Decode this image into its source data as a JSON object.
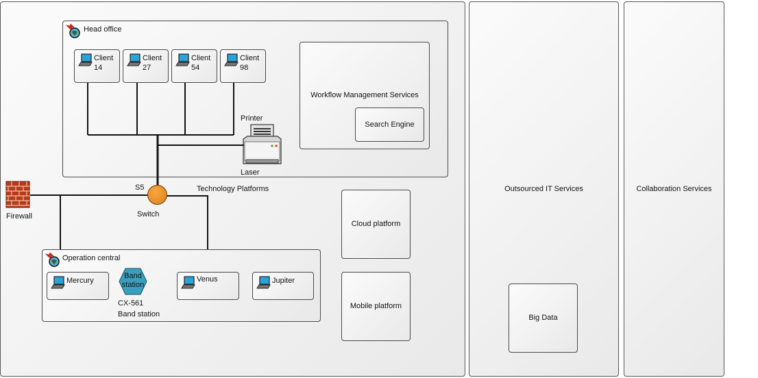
{
  "containers": {
    "main": {
      "label": ""
    },
    "outsourced": {
      "label": "Outsourced IT Services"
    },
    "collaboration": {
      "label": "Collaboration Services"
    }
  },
  "head_office": {
    "label": "Head office",
    "clients": [
      {
        "line1": "Client",
        "line2": "14"
      },
      {
        "line1": "Client",
        "line2": "27"
      },
      {
        "line1": "Client",
        "line2": "54"
      },
      {
        "line1": "Client",
        "line2": "98"
      }
    ],
    "printer": {
      "top_label": "Printer",
      "bottom_label": "Laser"
    },
    "workflow": {
      "label": "Workflow Management Services",
      "search_engine": "Search Engine"
    }
  },
  "network": {
    "switch": {
      "name": "S5",
      "type": "Switch"
    },
    "firewall": {
      "label": "Firewall"
    },
    "technology_platforms": "Technology Platforms"
  },
  "operation_central": {
    "label": "Operation central",
    "nodes": [
      "Mercury",
      "Venus",
      "Jupiter"
    ],
    "band_station": {
      "shape_line1": "Band",
      "shape_line2": "station",
      "id": "CX-561",
      "type": "Band station"
    }
  },
  "platforms": {
    "cloud": "Cloud platform",
    "mobile": "Mobile platform"
  },
  "big_data": "Big Data",
  "colors": {
    "switch": "#f0901e",
    "band_station": "#3a9fbf",
    "firewall": "#b83a1e",
    "laptop_screen": "#29a3d8"
  }
}
